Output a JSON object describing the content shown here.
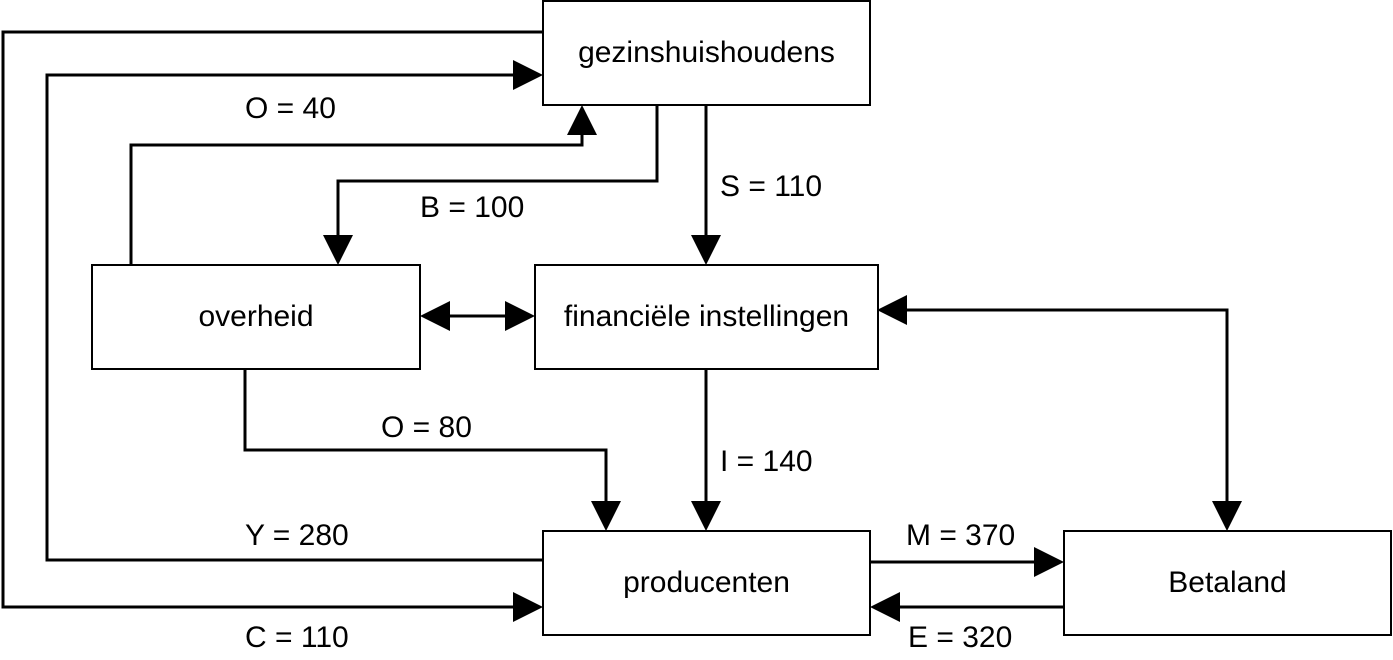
{
  "nodes": {
    "gezinshuishoudens": "gezinshuishoudens",
    "overheid": "overheid",
    "financiele_instellingen": "financiële instellingen",
    "producenten": "producenten",
    "betaland": "Betaland"
  },
  "flows": {
    "o_40": "O = 40",
    "b_100": "B = 100",
    "s_110": "S = 110",
    "o_80": "O = 80",
    "i_140": "I = 140",
    "y_280": "Y = 280",
    "c_110": "C = 110",
    "m_370": "M = 370",
    "e_320": "E = 320"
  }
}
